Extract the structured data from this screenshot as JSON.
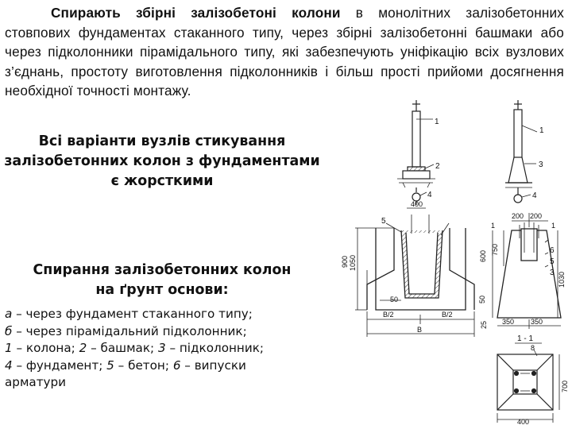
{
  "intro": {
    "bold_lead": "Спирають збірні залізобетоні колони",
    "rest": "в монолітних залізобетонних стовпових фундаментах стаканного типу, через збірні залізобетонні башмаки або через підколонники пірамідального типу, які забезпечують уніфікацію всіх вузлових з’єднань, простоту виготовлення підколонників і більш прості прийоми досягнення необхідної точності монтажу."
  },
  "note_rigid": [
    "Всі варіанти вузлів стикування",
    "залізобетонних колон з фундаментами",
    "є жорсткими"
  ],
  "note_soil": [
    "Спирання залізобетонних колон",
    "на ґрунт основи:"
  ],
  "legend": {
    "a_key": "а",
    "a_text": " – через фундамент стаканного типу;",
    "b_key": "б",
    "b_text": " – через пірамідальний підколонник;",
    "items_line": [
      {
        "key": "1",
        "text": " – колона; "
      },
      {
        "key": "2",
        "text": " – башмак; "
      },
      {
        "key": "3",
        "text": " – підколонник;"
      }
    ],
    "items_line2": [
      {
        "key": "4",
        "text": " – фундамент;  "
      },
      {
        "key": "5",
        "text": " – бетон; "
      },
      {
        "key": "6",
        "text": " – випуски"
      }
    ],
    "tail": "арматури"
  },
  "drawing": {
    "callouts_top_left": [
      "1",
      "2",
      "4"
    ],
    "callouts_top_right": [
      "1",
      "3",
      "4"
    ],
    "dim_400_top": "400",
    "callout_5": "5",
    "dims_left": [
      "900",
      "1050"
    ],
    "dim_50": "50",
    "dim_b2_left": "B/2",
    "dim_b2_right": "B/2",
    "dim_b": "B",
    "dims_right_a": [
      "600",
      "750"
    ],
    "dims_right_b": [
      "200",
      "200"
    ],
    "section_marks": [
      "1",
      "1"
    ],
    "callouts_right": [
      "6",
      "5",
      "3"
    ],
    "dim_1030": "1030",
    "dim_50b": "50",
    "dims_bottom_right": [
      "25",
      "350",
      "350"
    ],
    "section_label": "1 - 1",
    "callout_8": "8",
    "dim_700": "700",
    "dim_400_bottom": "400"
  }
}
